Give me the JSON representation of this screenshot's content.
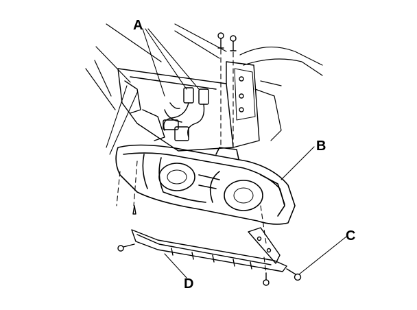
{
  "figure": {
    "callouts": [
      {
        "id": "A",
        "text": "A"
      },
      {
        "id": "B",
        "text": "B"
      },
      {
        "id": "C",
        "text": "C"
      },
      {
        "id": "D",
        "text": "D"
      }
    ]
  },
  "colors": {
    "line": "#000000",
    "background": "#ffffff"
  }
}
